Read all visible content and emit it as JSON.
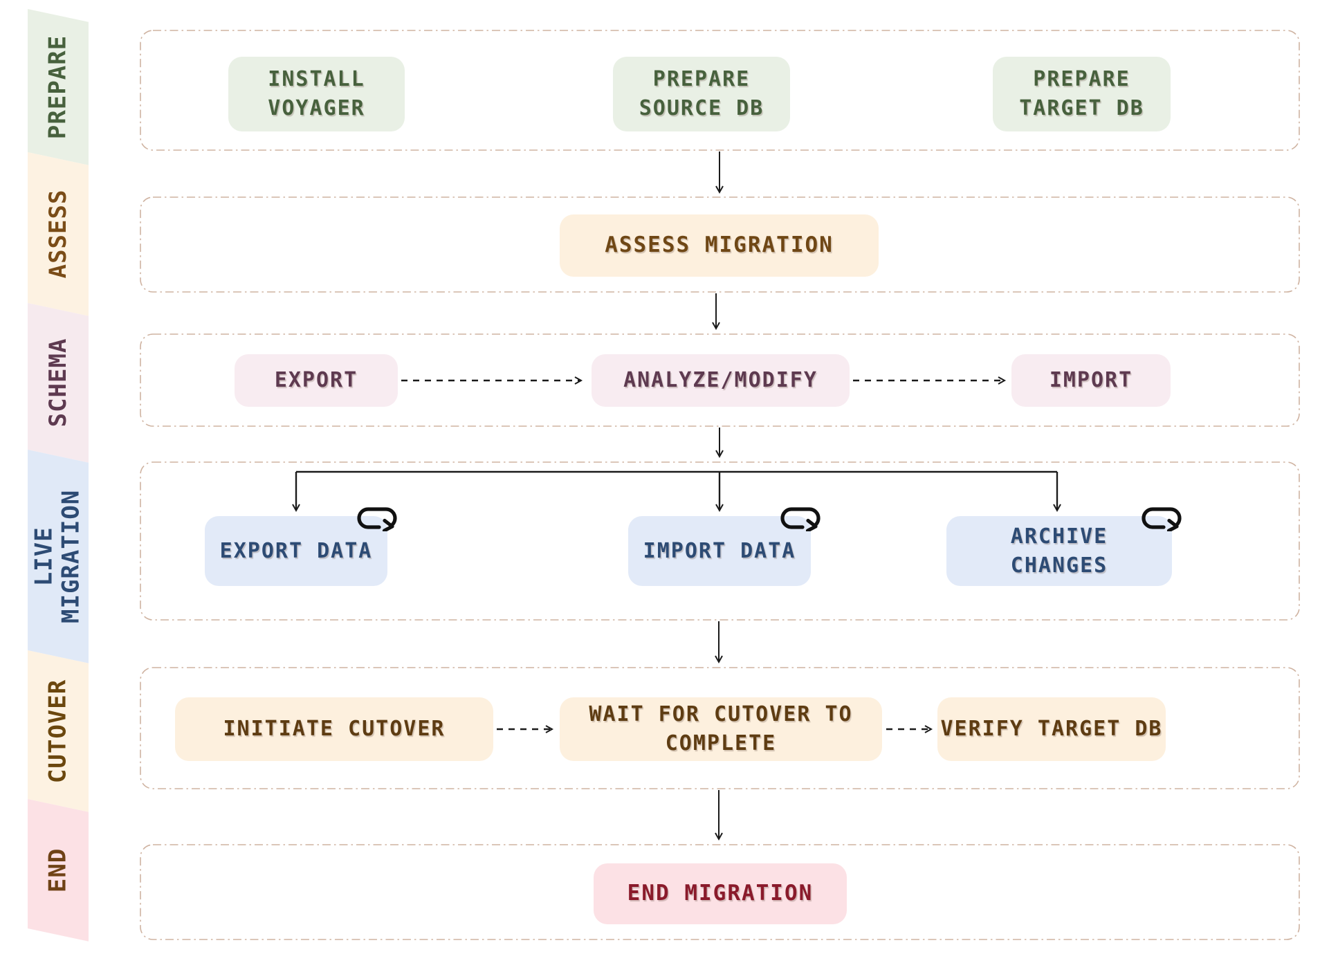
{
  "sidebar": {
    "prepare": "PREPARE",
    "assess": "ASSESS",
    "schema": "SCHEMA",
    "live_migration": "LIVE\nMIGRATION",
    "cutover": "CUTOVER",
    "end": "END"
  },
  "boxes": {
    "install_voyager": "INSTALL\nVOYAGER",
    "prepare_source_db": "PREPARE\nSOURCE DB",
    "prepare_target_db": "PREPARE\nTARGET DB",
    "assess_migration": "ASSESS MIGRATION",
    "schema_export": "EXPORT",
    "schema_analyze_modify": "ANALYZE/MODIFY",
    "schema_import": "IMPORT",
    "export_data": "EXPORT DATA",
    "import_data": "IMPORT DATA",
    "archive_changes": "ARCHIVE\nCHANGES",
    "initiate_cutover": "INITIATE CUTOVER",
    "wait_for_cutover": "WAIT FOR CUTOVER TO\nCOMPLETE",
    "verify_target_db": "VERIFY TARGET DB",
    "end_migration": "END MIGRATION"
  },
  "colors": {
    "prepare_bg": "#e9f0e5",
    "prepare_text": "#47613d",
    "assess_band_bg": "#fdf2e2",
    "assess_text": "#6f4715",
    "schema_bg": "#f8ecf1",
    "schema_text": "#5e3a50",
    "live_bg": "#e2eaf8",
    "live_text": "#2d4b74",
    "cutover_bg": "#fdf0de",
    "cutover_text": "#5e3c12",
    "end_bg": "#fce1e5",
    "end_text": "#8a1a2b",
    "container_border": "#cfb3a1",
    "arrow": "#1a1a1a"
  },
  "icons": {
    "loop": "loop-arrow-icon"
  }
}
